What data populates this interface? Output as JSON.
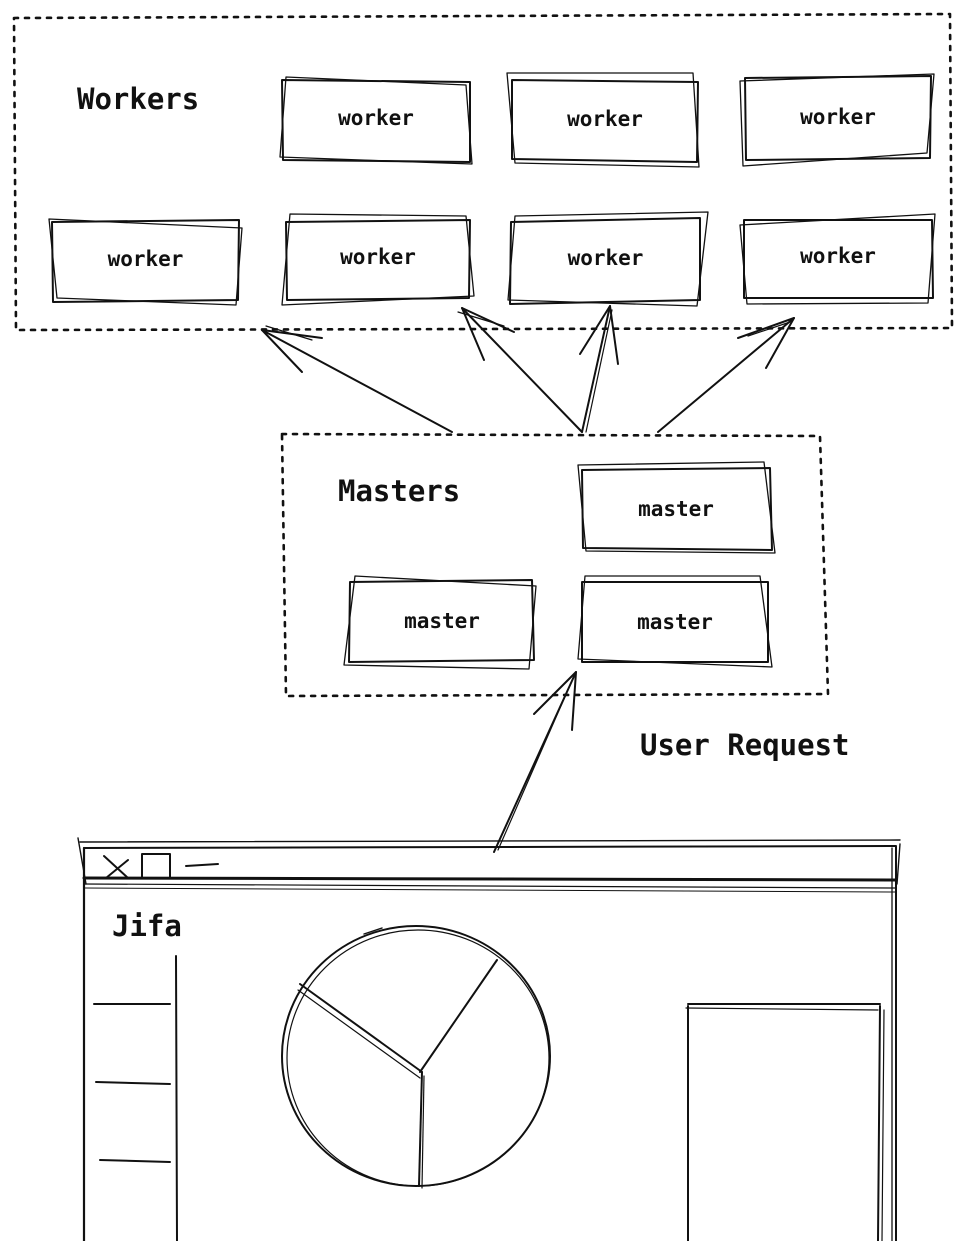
{
  "workers": {
    "title": "Workers",
    "items": [
      "worker",
      "worker",
      "worker",
      "worker",
      "worker",
      "worker",
      "worker"
    ]
  },
  "masters": {
    "title": "Masters",
    "items": [
      "master",
      "master",
      "master"
    ]
  },
  "request_label": "User Request",
  "app": {
    "title": "Jifa"
  },
  "colors": {
    "stroke": "#111111",
    "background": "#ffffff"
  }
}
